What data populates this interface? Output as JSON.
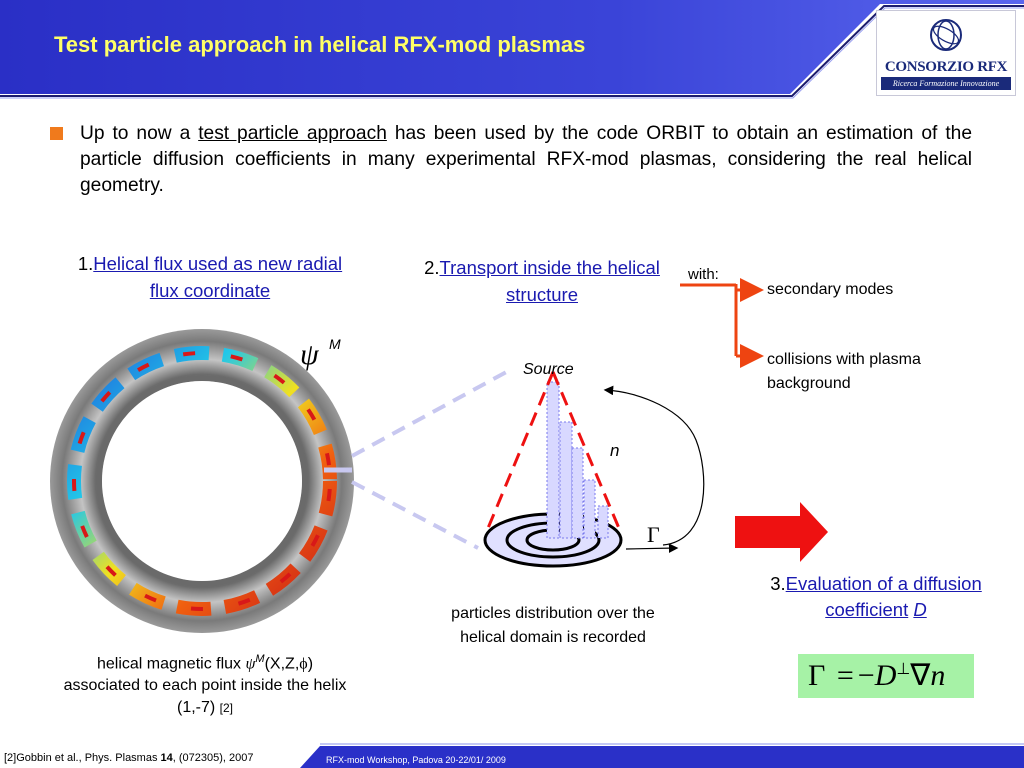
{
  "header": {
    "title": "Test particle approach in helical RFX-mod plasmas",
    "logo_name": "CONSORZIO RFX",
    "logo_tagline": "Ricerca Formazione Innovazione"
  },
  "bullet": {
    "before": "Up to now a ",
    "underlined": "test particle approach",
    "after": " has been used by the code ORBIT to obtain an estimation of the particle diffusion coefficients in many experimental RFX-mod plasmas, considering the real helical geometry."
  },
  "step1": {
    "number": "1.",
    "text": "Helical flux used as new radial flux coordinate"
  },
  "step2": {
    "number": "2.",
    "text": "Transport inside the helical structure"
  },
  "step3": {
    "number": "3.",
    "text": "Evaluation of a diffusion coefficient",
    "symbol": "D"
  },
  "with_label": "with:",
  "modes": {
    "first": "secondary modes",
    "second": "collisions with plasma background"
  },
  "ring_caption": {
    "line1_prefix": "helical magnetic flux ",
    "psi": "ψ",
    "sup": "M",
    "args": "(X,Z,",
    "phi": "ϕ",
    "close": ")",
    "line2": "associated to each point inside the helix (1,-7)",
    "ref": "[2]"
  },
  "psi_label": {
    "symbol": "ψ",
    "sup": "M"
  },
  "source_label": "Source",
  "n_label": "n",
  "gamma_label": "Γ",
  "distribution_caption": "particles distribution over the helical domain is recorded",
  "formula": {
    "gamma": "Γ",
    "eq": "=",
    "minus": "−",
    "d": "D",
    "perp": "⊥",
    "nabla": "∇",
    "n": "n"
  },
  "footer": {
    "reference_prefix": "[2]Gobbin et al., Phys. Plasmas ",
    "reference_volume": "14",
    "reference_suffix": ", (072305), 2007",
    "workshop": "RFX-mod  Workshop, Padova  20-22/01/ 2009"
  },
  "colors": {
    "title": "#ffff66",
    "header_blue": "#2a30c8",
    "bullet": "#f07a1c",
    "link": "#1a1ab0",
    "arrow_red": "#ee1111",
    "formula_bg": "#a6f2a6"
  }
}
